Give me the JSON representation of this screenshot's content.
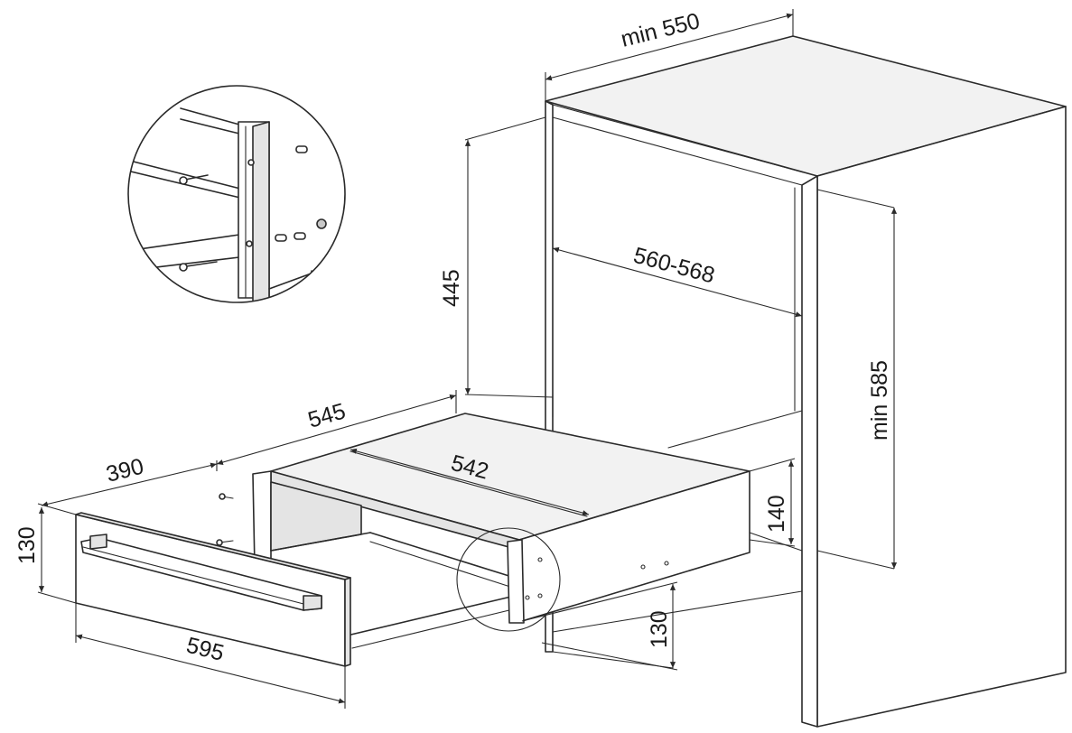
{
  "dimensions": {
    "cabinet_depth": "min 550",
    "niche_height": "445",
    "niche_width": "560-568",
    "cabinet_height": "min 585",
    "drawer_depth": "545",
    "front_projection": "390",
    "front_height": "130",
    "front_width": "595",
    "body_width": "542",
    "body_height": "140",
    "drawer_height": "130"
  }
}
